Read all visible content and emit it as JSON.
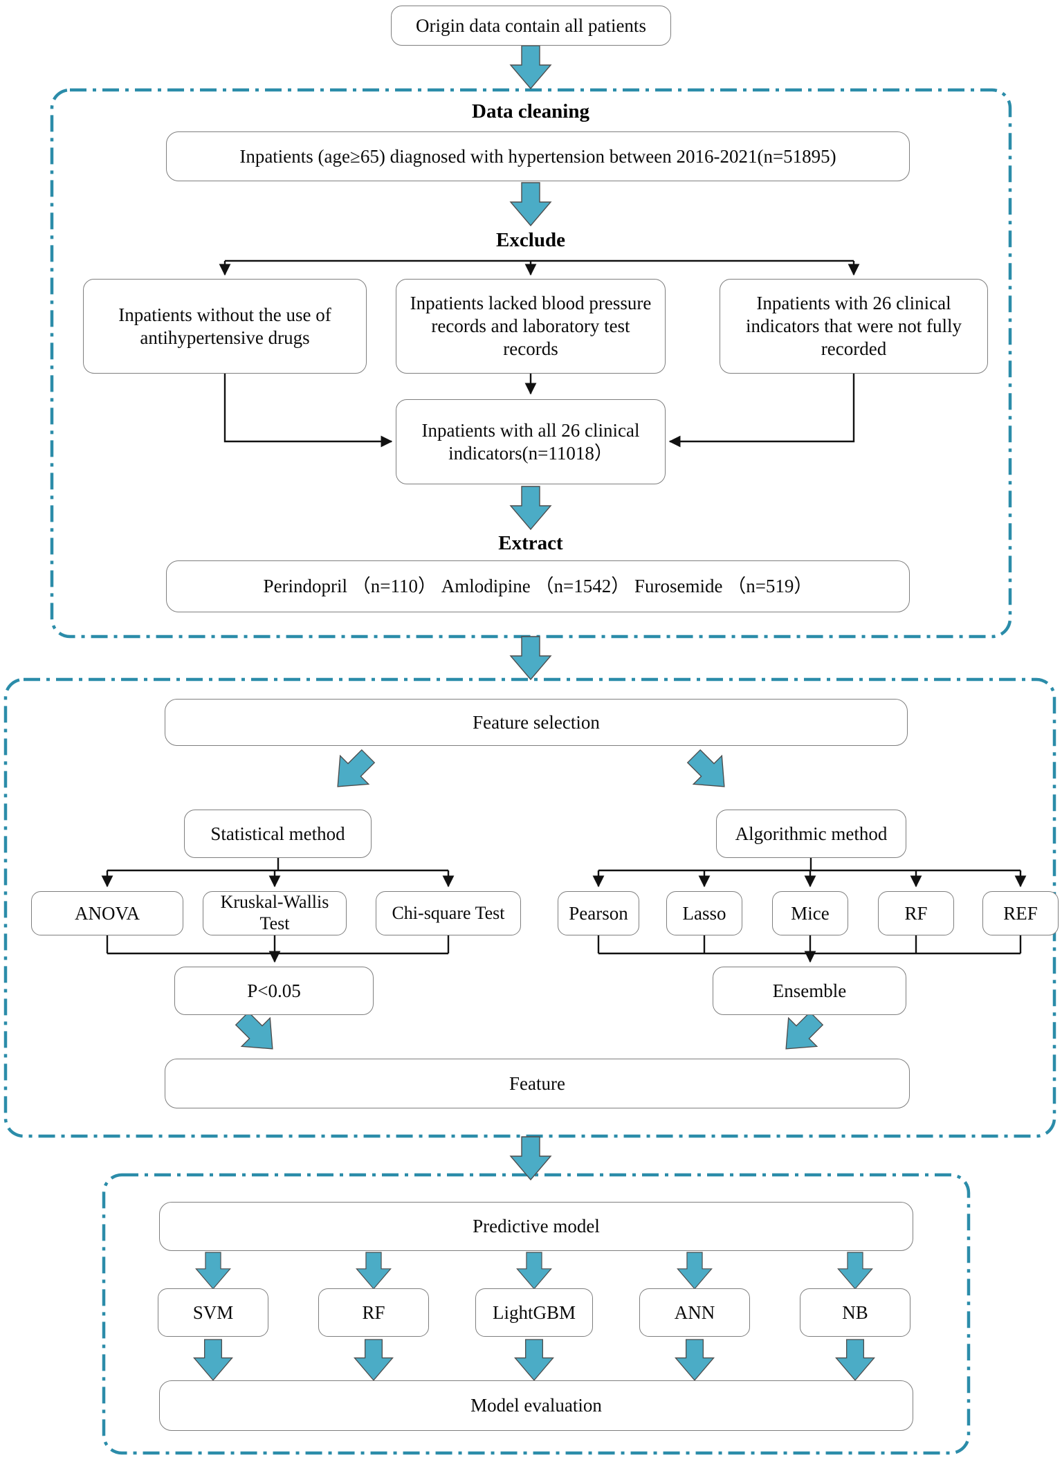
{
  "colors": {
    "arrow_fill": "#4BACC6",
    "dashed_border": "#2B8CA9",
    "box_border": "#7E7E7E",
    "connector": "#111111",
    "text": "#111111",
    "background": "#FFFFFF"
  },
  "headings": {
    "data_cleaning": "Data cleaning",
    "exclude": "Exclude",
    "extract": "Extract"
  },
  "nodes": {
    "origin": "Origin data contain all patients",
    "inclusion": "Inpatients (age≥65) diagnosed with hypertension between 2016-2021(n=51895)",
    "exclusion_no_drugs": "Inpatients without the use of antihypertensive drugs",
    "exclusion_no_records": "Inpatients lacked blood pressure records and laboratory test records",
    "exclusion_incomplete": "Inpatients with 26 clinical indicators that were not fully recorded",
    "cohort": "Inpatients with all 26 clinical indicators(n=11018）",
    "drugs": "Perindopril （n=110） Amlodipine （n=1542） Furosemide （n=519）",
    "feature_selection": "Feature selection",
    "statistical_method": "Statistical method",
    "algorithmic_method": "Algorithmic method",
    "anova": "ANOVA",
    "kruskal_wallis": "Kruskal-Wallis Test",
    "chi_square": "Chi-square Test",
    "p_value": "P<0.05",
    "pearson": "Pearson",
    "lasso": "Lasso",
    "mice": "Mice",
    "rf_selector": "RF",
    "ref": "REF",
    "ensemble": "Ensemble",
    "feature": "Feature",
    "predictive_model": "Predictive model",
    "svm": "SVM",
    "rf_model": "RF",
    "lightgbm": "LightGBM",
    "ann": "ANN",
    "nb": "NB",
    "model_evaluation": "Model evaluation"
  }
}
